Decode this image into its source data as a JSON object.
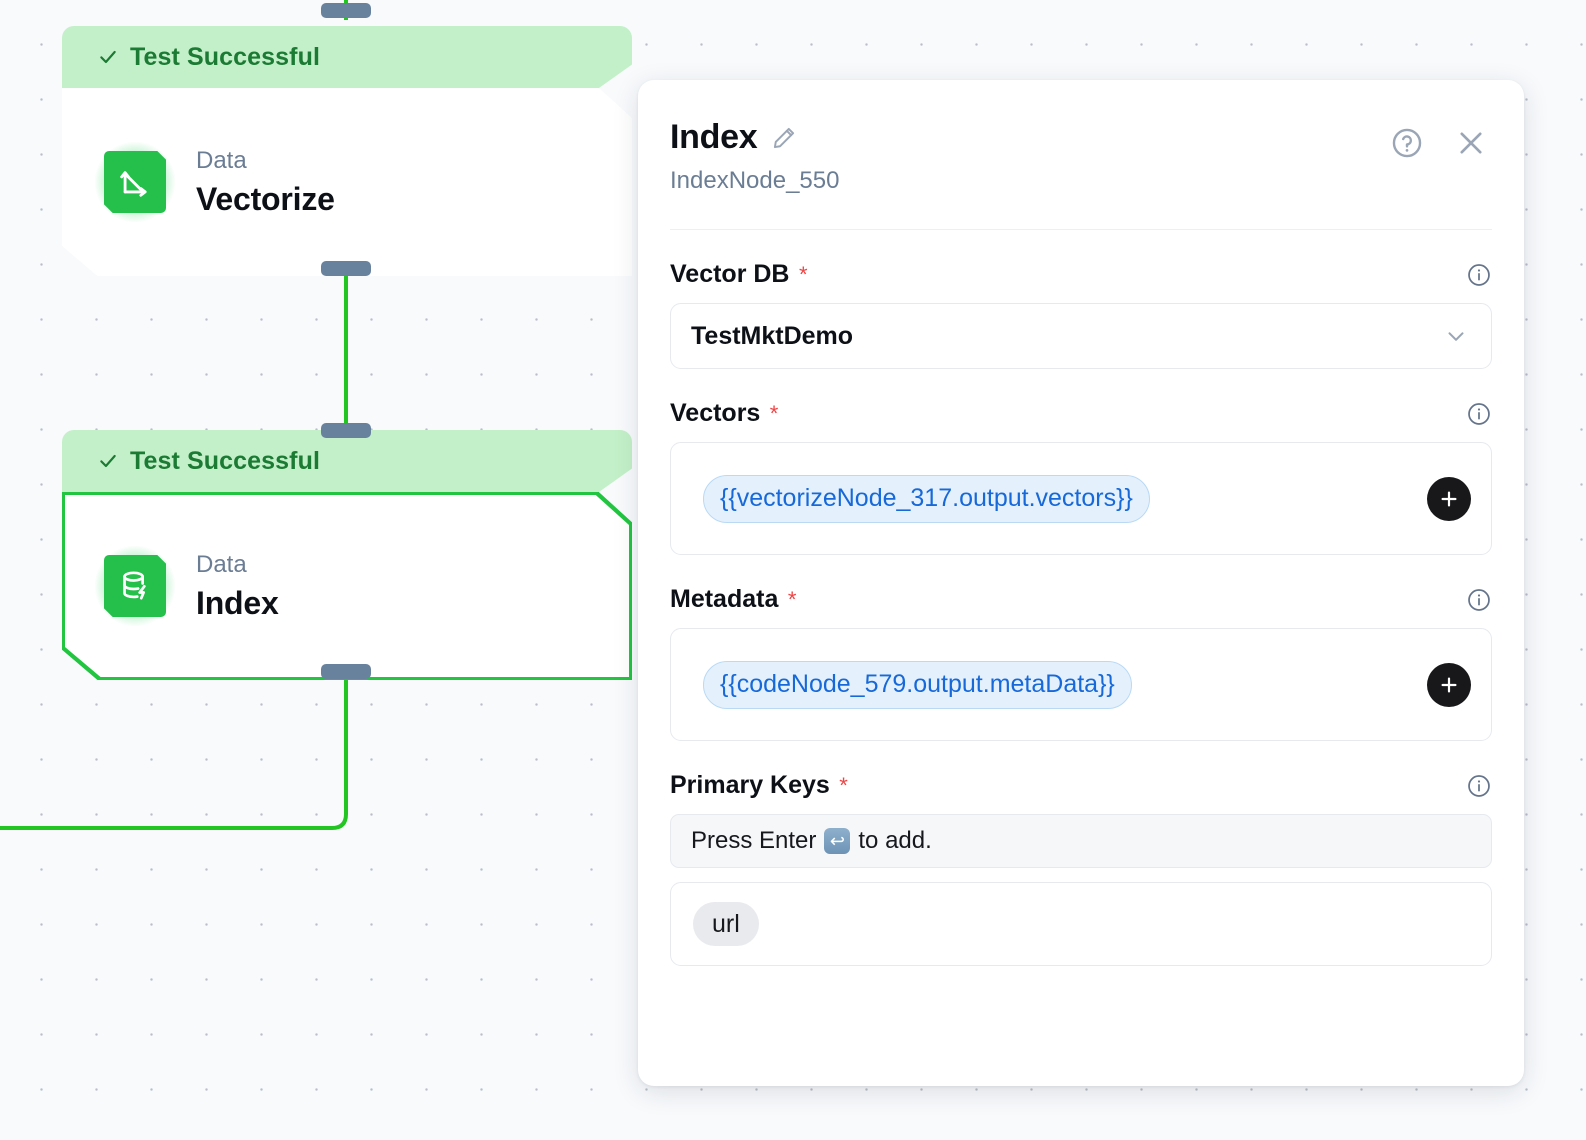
{
  "canvas": {
    "nodes": [
      {
        "status": "Test Successful",
        "kind": "Data",
        "title": "Vectorize",
        "icon": "vector-axes-icon",
        "selected": false
      },
      {
        "status": "Test Successful",
        "kind": "Data",
        "title": "Index",
        "icon": "database-lightning-icon",
        "selected": true
      }
    ],
    "edge_color": "#22c522"
  },
  "panel": {
    "title": "Index",
    "subtitle": "IndexNode_550",
    "edit_icon": "pencil-icon",
    "help_icon": "help-circle-icon",
    "close_icon": "close-icon",
    "fields": [
      {
        "label": "Vector DB",
        "required": "*",
        "type": "select",
        "value": "TestMktDemo",
        "info_icon": "info-icon",
        "chevron_icon": "chevron-down-icon"
      },
      {
        "label": "Vectors",
        "required": "*",
        "type": "tokens",
        "tokens": [
          "{{vectorizeNode_317.output.vectors}}"
        ],
        "info_icon": "info-icon",
        "add_icon": "plus-icon"
      },
      {
        "label": "Metadata",
        "required": "*",
        "type": "tokens",
        "tokens": [
          "{{codeNode_579.output.metaData}}"
        ],
        "info_icon": "info-icon",
        "add_icon": "plus-icon"
      },
      {
        "label": "Primary Keys",
        "required": "*",
        "type": "chips",
        "hint_before": "Press Enter",
        "hint_key": "↩",
        "hint_after": "to add.",
        "chips": [
          "url"
        ],
        "info_icon": "info-icon"
      }
    ]
  },
  "colors": {
    "accent_green": "#22c522",
    "status_bg": "#c3f0c8",
    "status_text": "#1b7a33",
    "token_blue": "#1769d9",
    "required_red": "#ef4444"
  }
}
